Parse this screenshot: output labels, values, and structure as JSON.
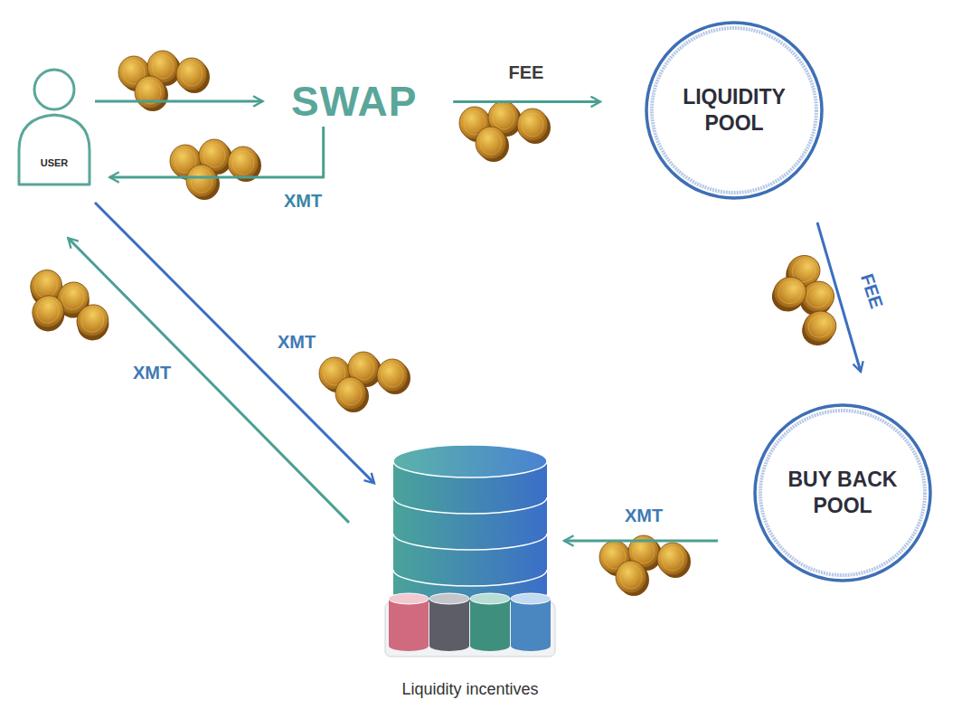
{
  "diagram": {
    "nodes": [
      {
        "text": [
          "USER"
        ]
      },
      {
        "text": [
          "SWAP"
        ]
      },
      {
        "text": [
          "LIQUIDITY POOL"
        ]
      },
      {
        "text": [
          "BUY BACK POOL"
        ]
      },
      {
        "text": [
          "Liquidity incentives"
        ]
      }
    ],
    "edges": [
      {
        "from": 0,
        "to": 1,
        "arrow": "to"
      },
      {
        "from": 1,
        "to": 0,
        "label": "XMT",
        "arrow": "to"
      },
      {
        "from": 1,
        "to": 2,
        "label": "FEE",
        "arrow": "to"
      },
      {
        "from": 2,
        "to": 3,
        "label": "FEE",
        "arrow": "to"
      },
      {
        "from": 3,
        "to": 4,
        "label": "XMT",
        "arrow": "to"
      },
      {
        "from": 0,
        "to": 4,
        "label": "XMT",
        "arrow": "to"
      },
      {
        "from": 4,
        "to": 0,
        "label": "XMT",
        "arrow": "to"
      }
    ]
  }
}
